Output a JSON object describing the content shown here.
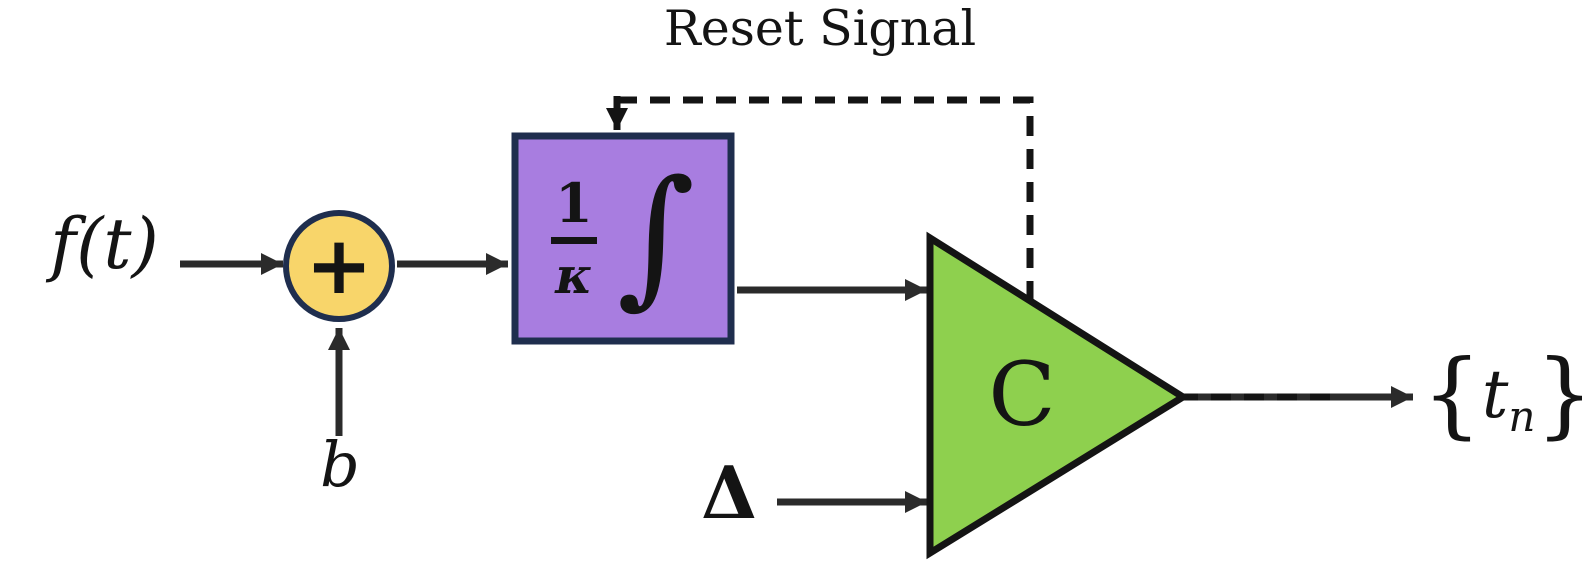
{
  "figure": {
    "reset_label": "Reset Signal",
    "input_label": "f(t)",
    "bias_label": "b",
    "sum_symbol": "+",
    "integrator": {
      "numerator": "1",
      "denominator": "κ",
      "integral_symbol": "∫"
    },
    "threshold_label": "Δ",
    "comparator_label": "C",
    "output": {
      "open_brace": "{",
      "variable": "t",
      "subscript": "n",
      "close_brace": "}"
    }
  },
  "colors": {
    "sum_fill": "#f8d56a",
    "integrator_fill": "#a87de0",
    "comparator_fill": "#8ed04e",
    "outline": "#1f2e4e",
    "arrow": "#2b2b2b",
    "dash": "#141414"
  }
}
